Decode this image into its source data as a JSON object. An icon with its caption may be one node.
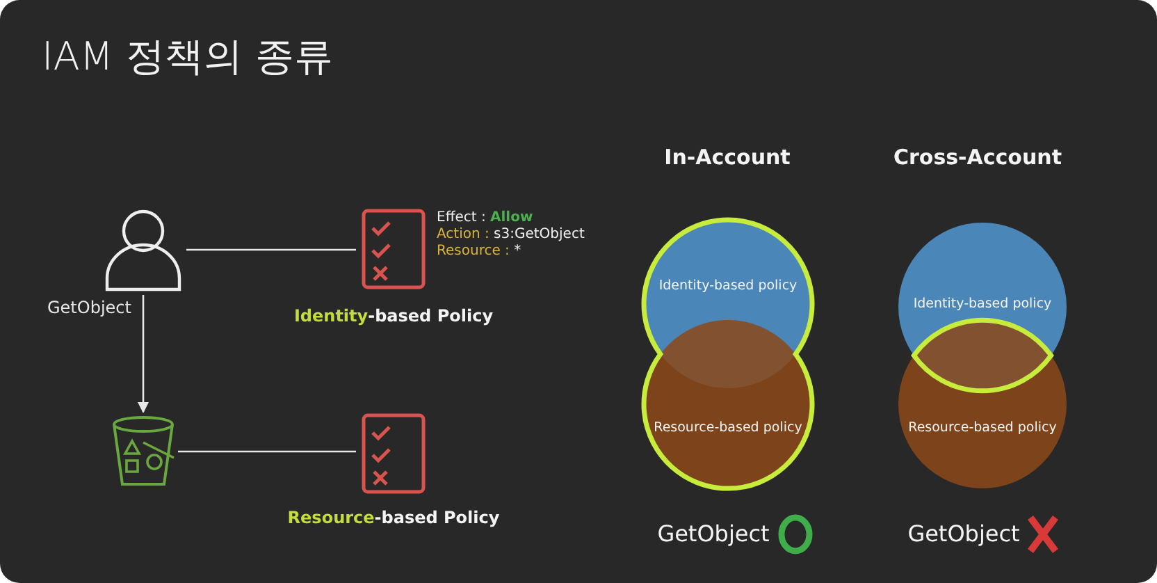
{
  "diagram": {
    "title": "IAM 정책의 종류",
    "nodes": [
      {
        "text": [],
        "shape": "person",
        "beside": [
          "GetObject"
        ]
      },
      {
        "text": [
          "Identity-based Policy"
        ],
        "beside": [
          "Effect : Allow",
          "Action : s3:GetObject",
          "Resource : *"
        ]
      },
      {
        "text": [],
        "shape": "bucket"
      },
      {
        "text": [
          "Resource-based Policy"
        ]
      },
      {
        "text": [
          "Identity-based policy"
        ]
      },
      {
        "text": [
          "Resource-based policy"
        ]
      },
      {
        "text": [
          "Identity-based policy"
        ]
      },
      {
        "text": [
          "Resource-based policy"
        ]
      }
    ],
    "edges": [
      {
        "from": 0,
        "to": 1,
        "arrow": "none"
      },
      {
        "from": 0,
        "to": 2,
        "arrow": "to"
      },
      {
        "from": 2,
        "to": 3,
        "arrow": "none"
      }
    ],
    "labels": [
      "In-Account",
      "Cross-Account",
      "GetObject",
      "GetObject"
    ]
  }
}
